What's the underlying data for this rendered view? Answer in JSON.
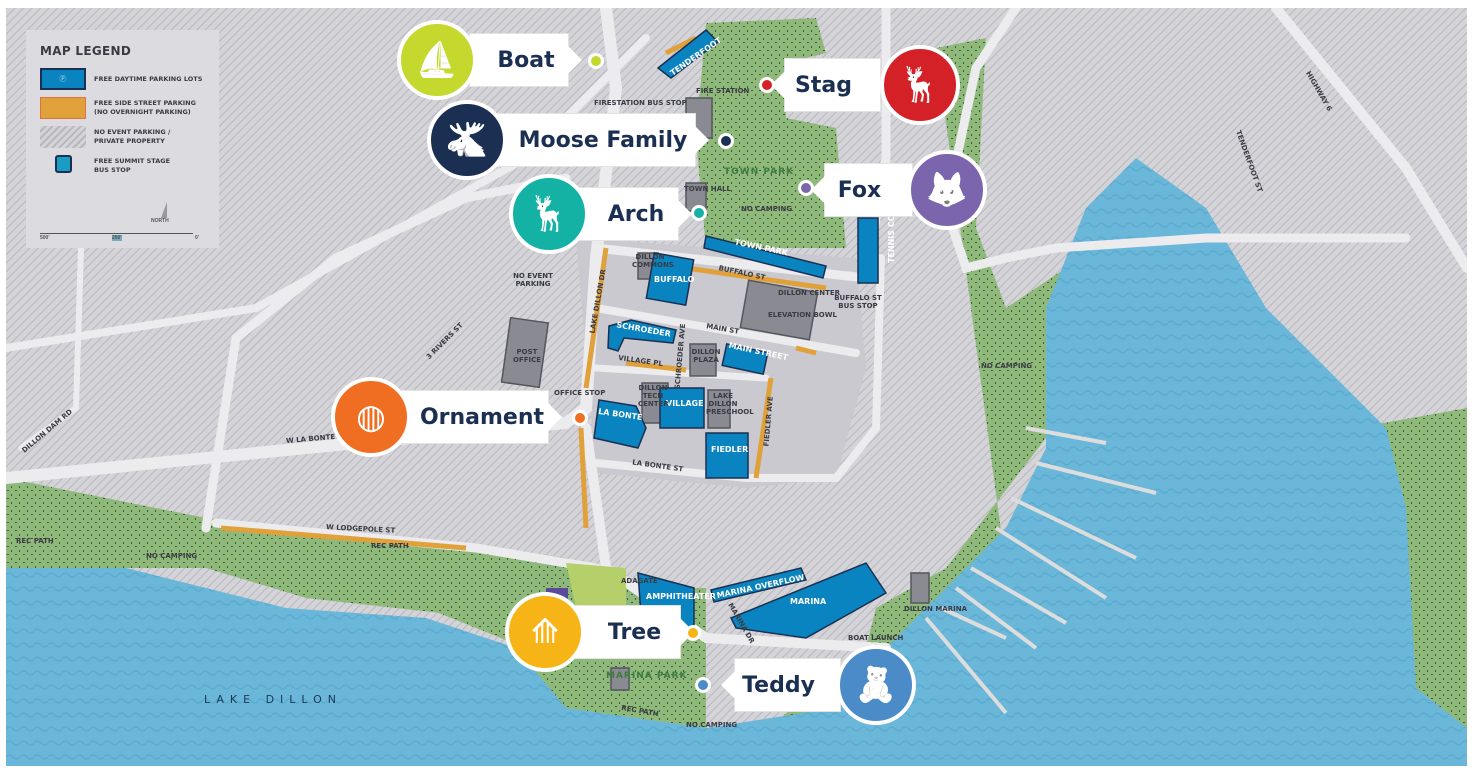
{
  "legend": {
    "title": "MAP LEGEND",
    "items": [
      {
        "label": "FREE DAYTIME PARKING LOTS",
        "color": "#0a84c0"
      },
      {
        "label": "FREE SIDE STREET PARKING",
        "sub": "(NO OVERNIGHT PARKING)",
        "color": "#e0a13a"
      },
      {
        "label": "NO EVENT PARKING /",
        "sub": "PRIVATE PROPERTY",
        "color": "#c9c9cf"
      },
      {
        "label": "FREE SUMMIT STAGE",
        "sub": "BUS STOP",
        "color": "#1b9cc4"
      }
    ],
    "north": "NORTH",
    "scale": [
      "500'",
      "250'",
      "0'"
    ]
  },
  "markers": [
    {
      "name": "Boat",
      "color": "#c5d82e",
      "icon": "sailboat-icon"
    },
    {
      "name": "Moose Family",
      "color": "#1b2f52",
      "icon": "moose-icon"
    },
    {
      "name": "Arch",
      "color": "#14b2a5",
      "icon": "leaping-deer-wreath-icon"
    },
    {
      "name": "Stag",
      "color": "#d42027",
      "icon": "stag-icon"
    },
    {
      "name": "Fox",
      "color": "#7b66ae",
      "icon": "fox-icon"
    },
    {
      "name": "Ornament",
      "color": "#f06e22",
      "icon": "ornament-icon"
    },
    {
      "name": "Tree",
      "color": "#f7b416",
      "icon": "light-tree-icon"
    },
    {
      "name": "Teddy",
      "color": "#4a8bc8",
      "icon": "teddy-bear-icon"
    }
  ],
  "map_labels": {
    "parking_lots": [
      "TENDERFOOT",
      "TOWN PARK",
      "BUFFALO",
      "SCHROEDER",
      "MAIN STREET",
      "VILLAGE",
      "LA BONTE",
      "FIEDLER",
      "TENNIS COURTS",
      "MARINA OVERFLOW",
      "MARINA",
      "AMPHITHEATER"
    ],
    "streets": [
      "LAKE DILLON DR",
      "BUFFALO ST",
      "MAIN ST",
      "VILLAGE PL",
      "SCHROEDER AVE",
      "FIEDLER AVE",
      "LA BONTE ST",
      "W LA BONTE",
      "W LODGEPOLE ST",
      "3 RIVERS ST",
      "DILLON DAM RD",
      "HIGHWAY 6",
      "TENDERFOOT ST",
      "MARINA DR",
      "REC PATH",
      "REC PATH",
      "REC PATH"
    ],
    "places": [
      "FIRE STATION",
      "FIRESTATION BUS STOP",
      "TOWN HALL",
      "DILLON COMMONS",
      "DILLON CENTER",
      "ELEVATION BOWL",
      "DILLON PLAZA",
      "DILLON TECH CENTER",
      "LAKE DILLON PRESCHOOL",
      "POST OFFICE",
      "OFFICE STOP",
      "BUFFALO ST BUS STOP",
      "NO EVENT PARKING",
      "ADAGATE",
      "BOAT LAUNCH",
      "DILLON MARINA"
    ],
    "parks": [
      "TOWN PARK",
      "NO CAMPING",
      "MARINA PARK",
      "NO CAMPING",
      "NO CAMPING",
      "NO CAMPING"
    ],
    "lake": "LAKE DILLON"
  },
  "colors": {
    "lake": "#6ab7d9",
    "park": "#8fb97b",
    "parking": "#0a84c0",
    "street_parking": "#e0a13a",
    "road": "#ececef",
    "private": "#cfcfd5"
  }
}
